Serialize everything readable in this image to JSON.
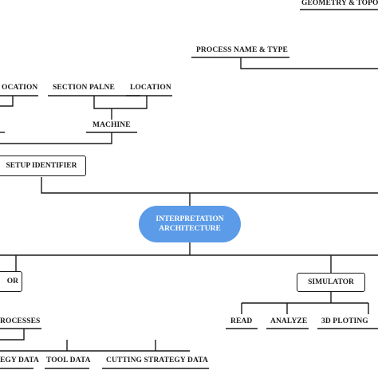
{
  "center": {
    "line1": "INTERPRETATION",
    "line2": "ARCHITECTURE"
  },
  "nodes": {
    "geometry_topology": "GEOMETRY & TOPO",
    "process_name_type": "PROCESS NAME & TYPE",
    "location_left": "OCATION",
    "section_plane": "SECTION PALNE",
    "location": "LOCATION",
    "machine": "MACHINE",
    "setup_identifier": "SETUP IDENTIFIER",
    "left_box": "OR",
    "simulator": "SIMULATOR",
    "processes": "ROCESSES",
    "read": "READ",
    "analyze": "ANALYZE",
    "plotting_3d": "3D PLOTING",
    "strategy_data": "EGY DATA",
    "tool_data": "TOOL DATA",
    "cutting_strategy_data": "CUTTING STRATEGY DATA"
  },
  "colors": {
    "center_fill": "#5b9be8",
    "line": "#1a1a1a",
    "text": "#1a1a1a"
  }
}
